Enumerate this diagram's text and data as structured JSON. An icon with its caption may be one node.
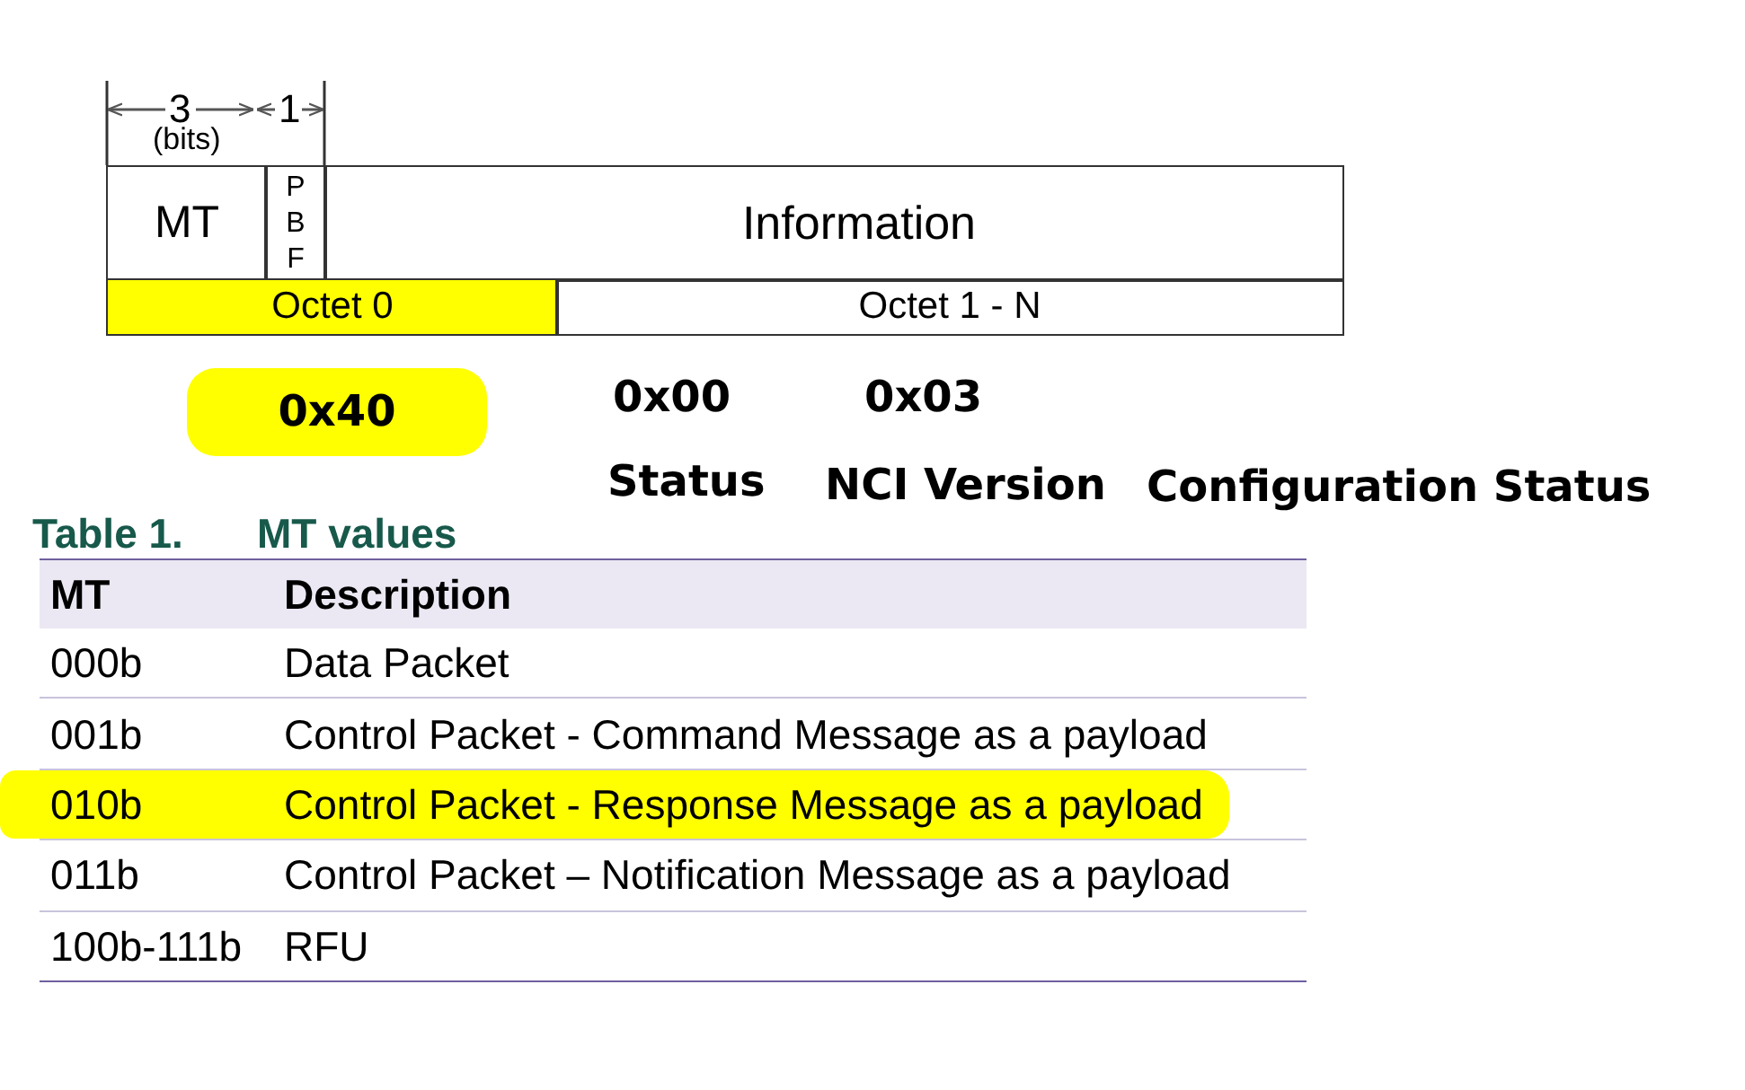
{
  "diagram": {
    "nodes": [
      {
        "text": [
          "MT"
        ]
      },
      {
        "text": [
          "P B F"
        ]
      },
      {
        "text": [
          "Information"
        ]
      },
      {
        "text": [
          "Octet 0"
        ]
      },
      {
        "text": [
          "Octet 1 - N"
        ]
      },
      {
        "text": [
          "0x40"
        ]
      }
    ],
    "labels": [
      "3",
      "(bits)",
      "1",
      "0x00",
      "0x03",
      "Status",
      "NCI Version",
      "Configuration Status",
      "Table 1.",
      "MT values",
      "MT",
      "Description",
      "000b",
      "Data Packet",
      "001b",
      "Control Packet - Command Message as a payload",
      "010b",
      "Control Packet - Response Message as a payload",
      "011b",
      "Control Packet – Notification Message as a payload",
      "100b-111b",
      "RFU"
    ]
  }
}
